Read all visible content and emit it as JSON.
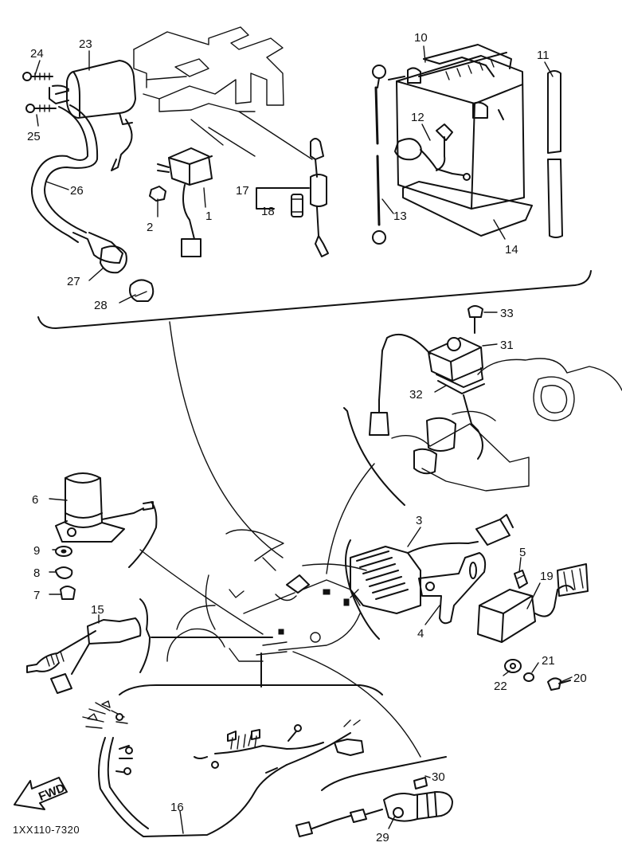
{
  "diagram": {
    "reference_code": "1XX110-7320",
    "fwd_arrow_label": "FWD"
  },
  "callouts": {
    "c1": "1",
    "c2": "2",
    "c3": "3",
    "c4": "4",
    "c5": "5",
    "c6": "6",
    "c7": "7",
    "c8": "8",
    "c9": "9",
    "c10": "10",
    "c11": "11",
    "c12": "12",
    "c13": "13",
    "c14": "14",
    "c15": "15",
    "c16": "16",
    "c17": "17",
    "c18": "18",
    "c19": "19",
    "c20": "20",
    "c21": "21",
    "c22": "22",
    "c23": "23",
    "c24": "24",
    "c25": "25",
    "c26": "26",
    "c27": "27",
    "c28": "28",
    "c29": "29",
    "c30": "30",
    "c31": "31",
    "c32": "32",
    "c33": "33"
  }
}
